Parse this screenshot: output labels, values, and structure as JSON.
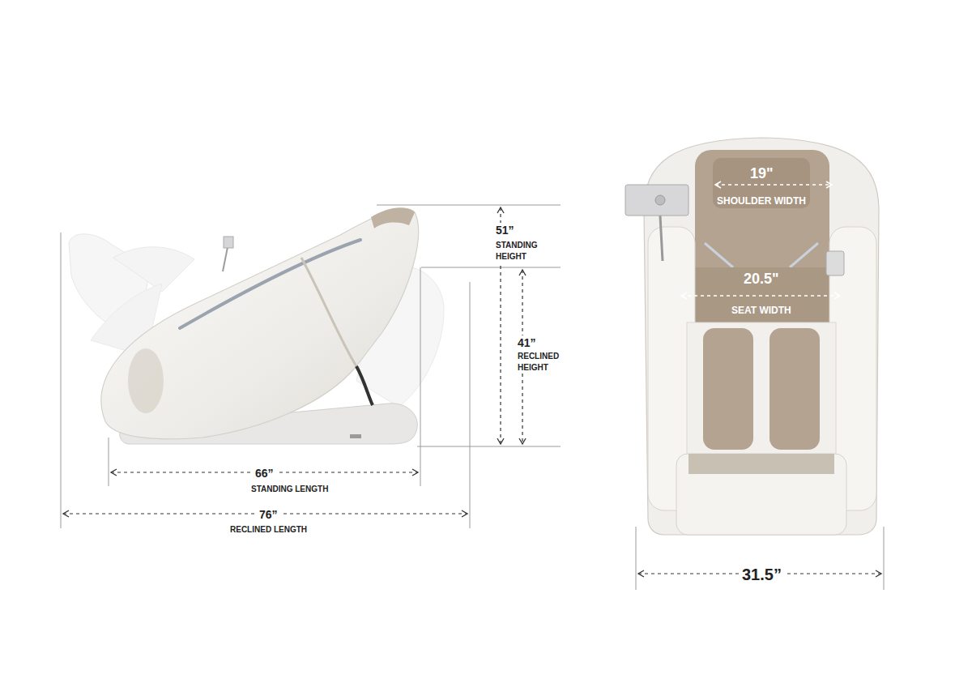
{
  "diagram": {
    "labels": [
      "51”",
      "STANDING HEIGHT",
      "41”",
      "RECLINED HEIGHT",
      "66”",
      "STANDING LENGTH",
      "76”",
      "RECLINED LENGTH",
      "19\"",
      "SHOULDER WIDTH",
      "20.5\"",
      "SEAT WIDTH",
      "31.5”"
    ]
  }
}
